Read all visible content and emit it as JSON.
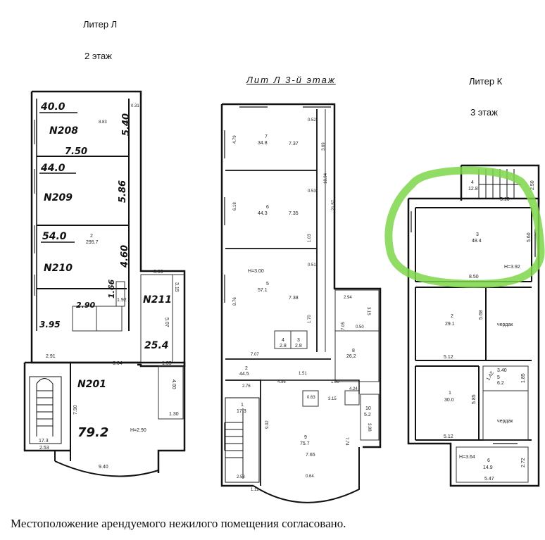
{
  "plans": [
    {
      "title_line1": "Литер Л",
      "title_line2": "2 этаж",
      "rooms": [
        {
          "area": "40.0",
          "number": "N208",
          "dim_a": "5.40",
          "dim_b": "7.50"
        },
        {
          "area": "44.0",
          "number": "N209",
          "dim_a": "5.86"
        },
        {
          "area": "54.0",
          "number": "N210",
          "dim_a": "4.60",
          "ref": "2",
          "ref_area": "295.7"
        },
        {
          "area": "25.4",
          "number": "N211"
        },
        {
          "area": "79.2",
          "number": "N201",
          "height": "H=2.90"
        }
      ],
      "dims": [
        "2.90",
        "1.66",
        "3.95",
        "2.91",
        "0.64",
        "1.55",
        "3.09",
        "3.15",
        "5.07",
        "4.00",
        "1.30",
        "9.40",
        "7.90",
        "1.92",
        "2.53",
        "0.31",
        "8.83"
      ],
      "stair": {
        "label": "17.3"
      }
    },
    {
      "title": "Лит Л  3-й этаж",
      "rooms": [
        {
          "num": "7",
          "area": "34.8",
          "dim": "7.37"
        },
        {
          "num": "6",
          "area": "44.3",
          "dim": "7.35"
        },
        {
          "num": "5",
          "area": "57.1",
          "dim": "7.38",
          "height": "H=3.00"
        },
        {
          "num": "4",
          "area": "2.8"
        },
        {
          "num": "3",
          "area": "2.8"
        },
        {
          "num": "2",
          "area": "44.5"
        },
        {
          "num": "1",
          "area": "17.3"
        },
        {
          "num": "8",
          "area": "26.2"
        },
        {
          "num": "9",
          "area": "75.7",
          "dim": "7.65"
        },
        {
          "num": "10",
          "area": "5.2"
        }
      ],
      "dims": [
        "4.79",
        "0.52",
        "3.69",
        "18.94",
        "21.57",
        "6.18",
        "0.53",
        "1.03",
        "0.51",
        "8.76",
        "1.70",
        "2.94",
        "3.15",
        "7.05",
        "0.50",
        "7.07",
        "1.51",
        "2.76",
        "4.96",
        "1.00",
        "4.24",
        "0.63",
        "3.15",
        "9.02",
        "7.74",
        "2.53",
        "1.12",
        "0.64",
        "3.98"
      ]
    },
    {
      "title_line1": "Литер К",
      "title_line2": "3 этаж",
      "rooms": [
        {
          "num": "4",
          "area": "12.8",
          "dims": [
            "2.50",
            "5.10"
          ]
        },
        {
          "num": "3",
          "area": "48.4",
          "height": "H=3.92",
          "dims": [
            "5.60",
            "8.50"
          ]
        },
        {
          "num": "2",
          "area": "29.1",
          "dims": [
            "5.68",
            "5.12"
          ]
        },
        {
          "num": "1",
          "area": "30.0",
          "dims": [
            "5.85",
            "5.12"
          ]
        },
        {
          "num": "5",
          "area": "6.2",
          "dims": [
            "3.40",
            "1.85",
            "1.42"
          ]
        },
        {
          "num": "6",
          "area": "14.9",
          "height": "H=3.64",
          "dims": [
            "2.72",
            "5.47"
          ]
        }
      ],
      "attic_label": "чердак",
      "highlight_color": "#7cd64a"
    }
  ],
  "caption": "Местоположение арендуемого нежилого помещения согласовано."
}
